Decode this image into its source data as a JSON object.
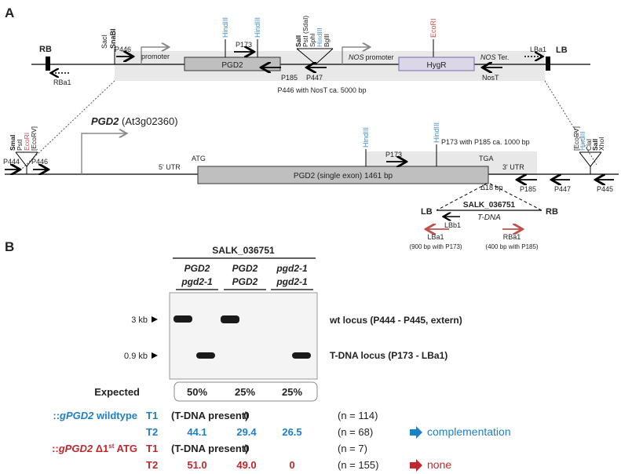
{
  "panel_a": {
    "letter": "A",
    "top_construct": {
      "rb": "RB",
      "lb": "LB",
      "rba1": "RBa1",
      "lba1": "LBa1",
      "sacI": "SacI",
      "snaBI": "SnaBI",
      "hindIII_1": "HindIII",
      "hindIII_2": "HindIII",
      "sites_group": [
        "SalI",
        "PstI (SdaI)",
        "SphI",
        "HindIII",
        "BglII"
      ],
      "ecoRI": "EcoRI",
      "promoter": "promoter",
      "pgd2_box": "PGD2",
      "nos_promoter": "NOS promoter",
      "hygr_box": "HygR",
      "nos_ter_italic": "NOS",
      "nos_ter_rest": " Ter.",
      "p446": "P446",
      "p173": "P173",
      "p185": "P185",
      "p447": "P447",
      "nost": "NosT",
      "caption": "P446 with NosT ca. 5000 bp"
    },
    "gene": {
      "title": "PGD2",
      "title_id": " (At3g02360)",
      "left_sites": [
        "SmaI",
        "PstI",
        "EcoRI",
        "[EcoRV]"
      ],
      "right_sites": [
        "[EcoRV]",
        "HindIII",
        "ClaI",
        "SalI",
        "XhoI"
      ],
      "p444": "P444",
      "p446": "P446",
      "utr5": "5' UTR",
      "atg": "ATG",
      "hindIII_1": "HindIII",
      "hindIII_2": "HindIII",
      "p173": "P173",
      "caption_p173": "P173 with P185 ca. 1000 bp",
      "tga": "TGA",
      "utr3": "3' UTR",
      "exon_box": "PGD2 (single exon) 1461 bp",
      "delta": "Δ18 bp",
      "p185": "P185",
      "p447": "P447",
      "p445": "P445",
      "salk": "SALK_036751",
      "tdna": "T-DNA",
      "lb": "LB",
      "rb": "RB",
      "lbb1": "LBb1",
      "lba1": "LBa1",
      "lba1_note": "(900 bp with P173)",
      "rba1": "RBa1",
      "rba1_note": "(400 bp with P185)"
    }
  },
  "panel_b": {
    "letter": "B",
    "salk": "SALK_036751",
    "lanes": [
      {
        "top": "PGD2",
        "bottom": "pgd2-1"
      },
      {
        "top": "PGD2",
        "bottom": "PGD2"
      },
      {
        "top": "pgd2-1",
        "bottom": "pgd2-1"
      }
    ],
    "marker_3kb": "3 kb",
    "marker_09kb": "0.9 kb",
    "wt_locus": "wt locus (P444 - P445, extern)",
    "tdna_locus": "T-DNA locus (P173 - LBa1)",
    "expected_label": "Expected",
    "expected": [
      "50%",
      "25%",
      "25%"
    ],
    "rows": [
      {
        "name_pre": "::",
        "name_gene": "gPGD2",
        "name_post": " wildtype",
        "gen": "T1",
        "v1": "(T-DNA present)",
        "v2": "0",
        "v3": "",
        "n": "(n = 114)",
        "result": "",
        "color": "#1f7fc4"
      },
      {
        "name_pre": "",
        "name_gene": "",
        "name_post": "",
        "gen": "T2",
        "v1": "44.1",
        "v2": "29.4",
        "v3": "26.5",
        "n": "(n =   68)",
        "result": "complementation",
        "color": "#1f7fc4"
      },
      {
        "name_pre": "::",
        "name_gene": "gPGD2",
        "name_post": " Δ1",
        "sup": "st",
        "post2": " ATG",
        "gen": "T1",
        "v1": "(T-DNA present)",
        "v2": "0",
        "v3": "",
        "n": "(n =     7)",
        "result": "",
        "color": "#c0282d"
      },
      {
        "name_pre": "",
        "name_gene": "",
        "name_post": "",
        "gen": "T2",
        "v1": "51.0",
        "v2": "49.0",
        "v3": "0",
        "n": "(n = 155)",
        "result": "none",
        "color": "#c0282d"
      }
    ],
    "colors": {
      "blue": "#1f7fc4",
      "red": "#c0282d",
      "site_blue": "#4a90c8",
      "site_red": "#c0504d"
    }
  }
}
